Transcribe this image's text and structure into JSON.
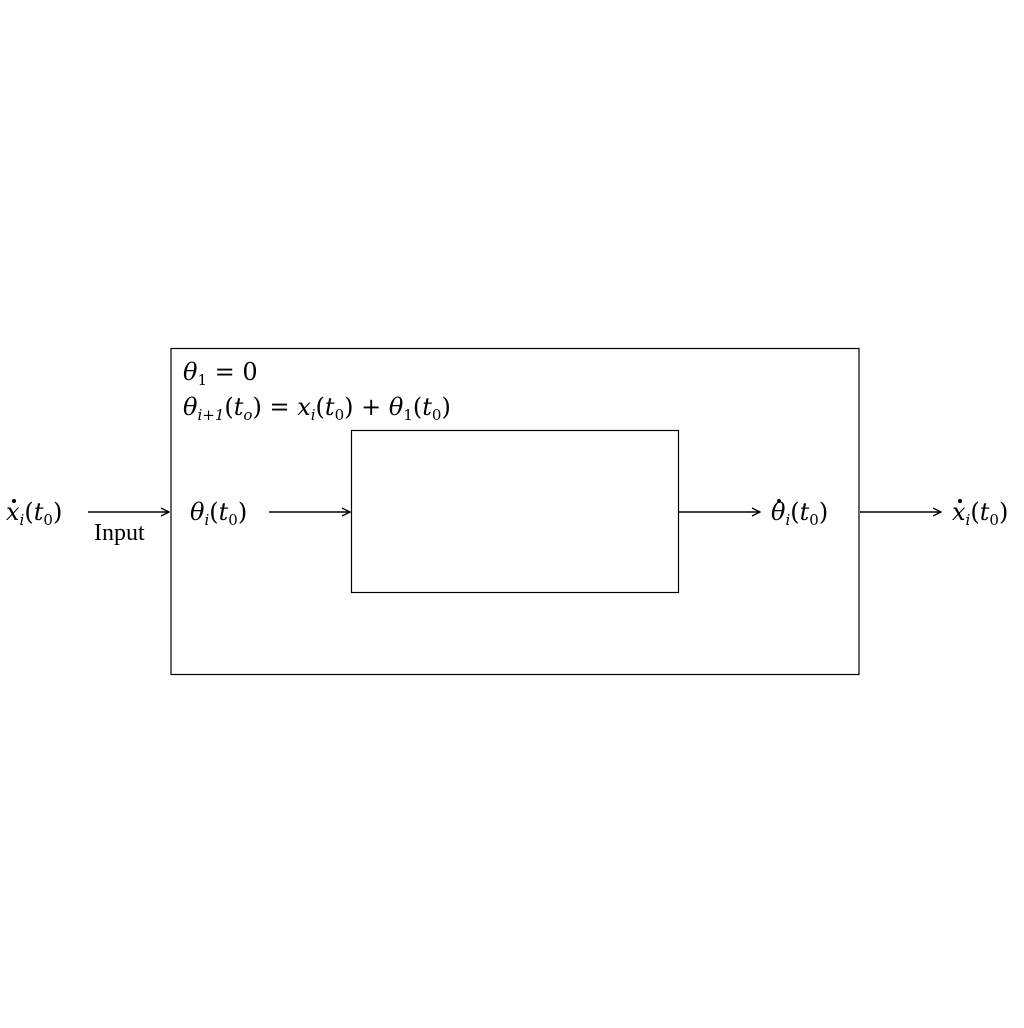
{
  "diagram": {
    "outer_box": {
      "eq1_symbol": "θ",
      "eq1_subscript": "1",
      "eq1_rhs": " = 0",
      "eq2_lhs_symbol": "θ",
      "eq2_lhs_subscript": "i+1",
      "eq2_lhs_arg_open": "(",
      "eq2_lhs_arg_var": "t",
      "eq2_lhs_arg_sub": "o",
      "eq2_lhs_arg_close": ")",
      "eq2_equals": " = ",
      "eq2_x": "x",
      "eq2_x_sub": "i",
      "eq2_x_arg_open": "(",
      "eq2_x_arg_var": "t",
      "eq2_x_arg_sub": "0",
      "eq2_x_arg_close": ")",
      "eq2_plus": " + ",
      "eq2_theta": "θ",
      "eq2_theta_sub": "1",
      "eq2_theta_arg_open": "(",
      "eq2_theta_arg_var": "t",
      "eq2_theta_arg_sub": "0",
      "eq2_theta_arg_close": ")"
    },
    "input_signal": {
      "symbol": "x",
      "subscript": "i",
      "arg_open": "(",
      "arg_var": "t",
      "arg_sub": "0",
      "arg_close": ")",
      "arrow_label": "Input"
    },
    "theta_input": {
      "symbol": "θ",
      "subscript": "i",
      "arg_open": "(",
      "arg_var": "t",
      "arg_sub": "0",
      "arg_close": ")"
    },
    "theta_dot_output": {
      "symbol": "θ",
      "subscript": "i",
      "arg_open": "(",
      "arg_var": "t",
      "arg_sub": "0",
      "arg_close": ")"
    },
    "output_signal": {
      "symbol": "x",
      "subscript": "i",
      "arg_open": "(",
      "arg_var": "t",
      "arg_sub": "0",
      "arg_close": ")"
    }
  }
}
